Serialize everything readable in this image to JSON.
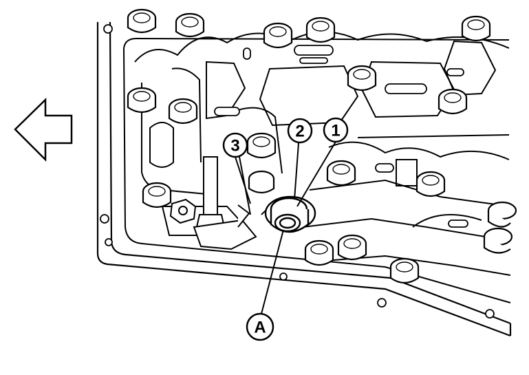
{
  "diagram": {
    "callouts": [
      {
        "id": "callout-1",
        "label": "1"
      },
      {
        "id": "callout-2",
        "label": "2"
      },
      {
        "id": "callout-3",
        "label": "3"
      },
      {
        "id": "callout-A",
        "label": "A"
      }
    ],
    "direction_arrow_icon": "left-arrow-outline-icon",
    "colors": {
      "line": "#000000",
      "background": "#ffffff"
    }
  }
}
